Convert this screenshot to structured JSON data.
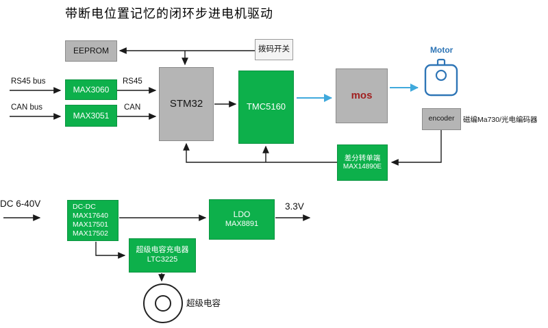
{
  "title": "带断电位置记忆的闭环步进电机驱动",
  "colors": {
    "block_green": "#0db04b",
    "block_gray": "#b5b5b5",
    "signal_blue": "#3fa9dc",
    "motor_blue": "#2e75b6",
    "mos_text": "#a02020"
  },
  "blocks": {
    "eeprom": {
      "label": "EEPROM"
    },
    "dip_switch": {
      "label": "拨码开关"
    },
    "stm32": {
      "label": "STM32"
    },
    "tmc5160": {
      "label": "TMC5160"
    },
    "mos": {
      "label": "mos"
    },
    "motor": {
      "label": "Motor"
    },
    "encoder": {
      "label": "encoder"
    },
    "encoder_note": {
      "label": "磁编Ma730/光电编码器"
    },
    "diff_converter": {
      "line1": "差分转单端",
      "line2": "MAX14890E"
    },
    "rs485_transceiver": {
      "label": "MAX3060"
    },
    "can_transceiver": {
      "label": "MAX3051"
    },
    "dcdc": {
      "lines": [
        "DC-DC",
        "MAX17640",
        "MAX17501",
        "MAX17502"
      ]
    },
    "ldo": {
      "line1": "LDO",
      "line2": "MAX8891"
    },
    "supercap_charger": {
      "line1": "超级电容充电器",
      "line2": "LTC3225"
    },
    "supercap": {
      "label": "超级电容"
    }
  },
  "labels": {
    "rs45_bus": "RS45 bus",
    "can_bus": "CAN bus",
    "rs45": "RS45",
    "can": "CAN",
    "dc_input": "DC 6-40V",
    "v_out": "3.3V"
  }
}
